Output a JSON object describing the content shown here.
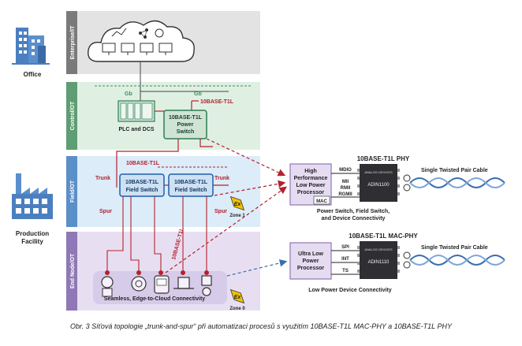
{
  "left_labels": {
    "office": "Office",
    "production_facility_line1": "Production",
    "production_facility_line2": "Facility"
  },
  "bands": [
    {
      "label": "Enterprise/IT",
      "color": "#e3e3e3"
    },
    {
      "label": "Control/OT",
      "color": "#dff0e3"
    },
    {
      "label": "Field/OT",
      "color": "#dcecf8"
    },
    {
      "label": "End Node/OT",
      "color": "#e7dff1"
    }
  ],
  "gb_labels": [
    "Gb",
    "Gb"
  ],
  "control": {
    "plc_label": "PLC and DCS",
    "t1l_label": "10BASE-T1L",
    "power_switch_line1": "10BASE-T1L",
    "power_switch_line2": "Power",
    "power_switch_line3": "Switch"
  },
  "field": {
    "t1l_label": "10BASE-T1L",
    "switch1_line1": "10BASE-T1L",
    "switch1_line2": "Field Switch",
    "switch2_line1": "10BASE-T1L",
    "switch2_line2": "Field Switch",
    "trunk_left": "Trunk",
    "trunk_right": "Trunk",
    "spur_left": "Spur",
    "spur_right": "Spur",
    "zone1": "Zone 1",
    "ex": "Ex"
  },
  "endnode": {
    "t1l_vertical": "10BASE-T1L",
    "seamless": "Seamless, Edge-to-Cloud Connectivity",
    "zone0": "Zone 0",
    "ex": "Ex"
  },
  "phy_panel": {
    "title": "10BASE-T1L PHY",
    "processor_line1": "High",
    "processor_line2": "Performance",
    "processor_line3": "Low Power",
    "processor_line4": "Processor",
    "mac": "MAC",
    "iface_top": "MDIO",
    "iface_mid1": "MII",
    "iface_mid2": "RMII",
    "iface_mid3": "RGMII",
    "chip_brand": "ANALOG DEVICES",
    "chip_name": "ADIN1100",
    "cable": "Single Twisted Pair Cable",
    "caption_line1": "Power Switch, Field Switch,",
    "caption_line2": "and Device Connectivity"
  },
  "macphy_panel": {
    "title": "10BASE-T1L MAC-PHY",
    "processor_line1": "Ultra Low",
    "processor_line2": "Power",
    "processor_line3": "Processor",
    "iface_spi": "SPI",
    "iface_int": "INT",
    "iface_ts": "TS",
    "chip_brand": "ANALOG DEVICES",
    "chip_name": "ADIN1110",
    "cable": "Single Twisted Pair Cable",
    "caption": "Low Power Device Connectivity"
  },
  "figure_caption": "Obr. 3  Síťová topologie „trunk-and-spur“ při automatizaci procesů s využitím 10BASE-T1L MAC-PHY a 10BASE-T1L PHY",
  "colors": {
    "t1l_red": "#b5202e",
    "switch_green": "#2e7d54",
    "switch_blue": "#1f5fa8",
    "processor_purple": "#e6dcf2",
    "cable_blue": "#3a6db0",
    "chip_dark": "#2f2f33"
  }
}
